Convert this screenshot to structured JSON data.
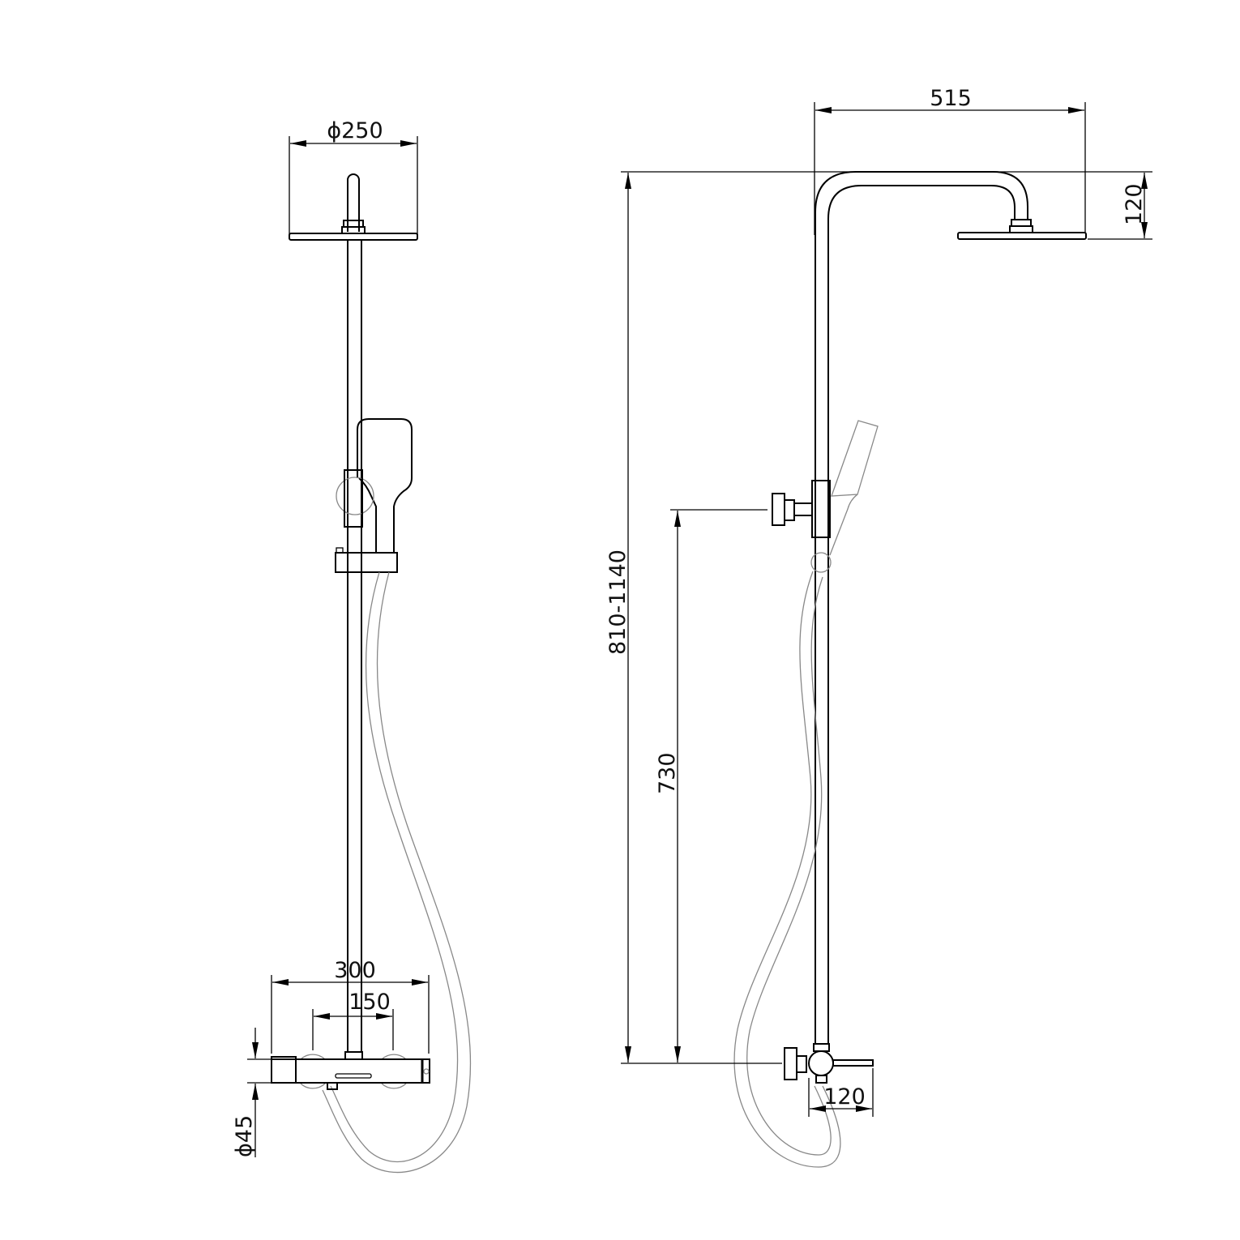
{
  "drawing": {
    "type": "technical dimension drawing",
    "subject": "shower column with overhead rain shower, hand shower on slide bar and thermostatic bar mixer",
    "views": [
      "front view",
      "side view"
    ],
    "line_color": "#000000",
    "background": "#ffffff"
  },
  "front_view": {
    "dimensions": {
      "head_diameter": "ϕ250",
      "mixer_width": "300",
      "inlet_spacing": "150",
      "mixer_body_diameter": "ϕ45"
    }
  },
  "side_view": {
    "dimensions": {
      "arm_projection": "515",
      "head_height": "120",
      "column_height": "810-1140",
      "bracket_height": "730",
      "spout_projection": "120"
    }
  }
}
